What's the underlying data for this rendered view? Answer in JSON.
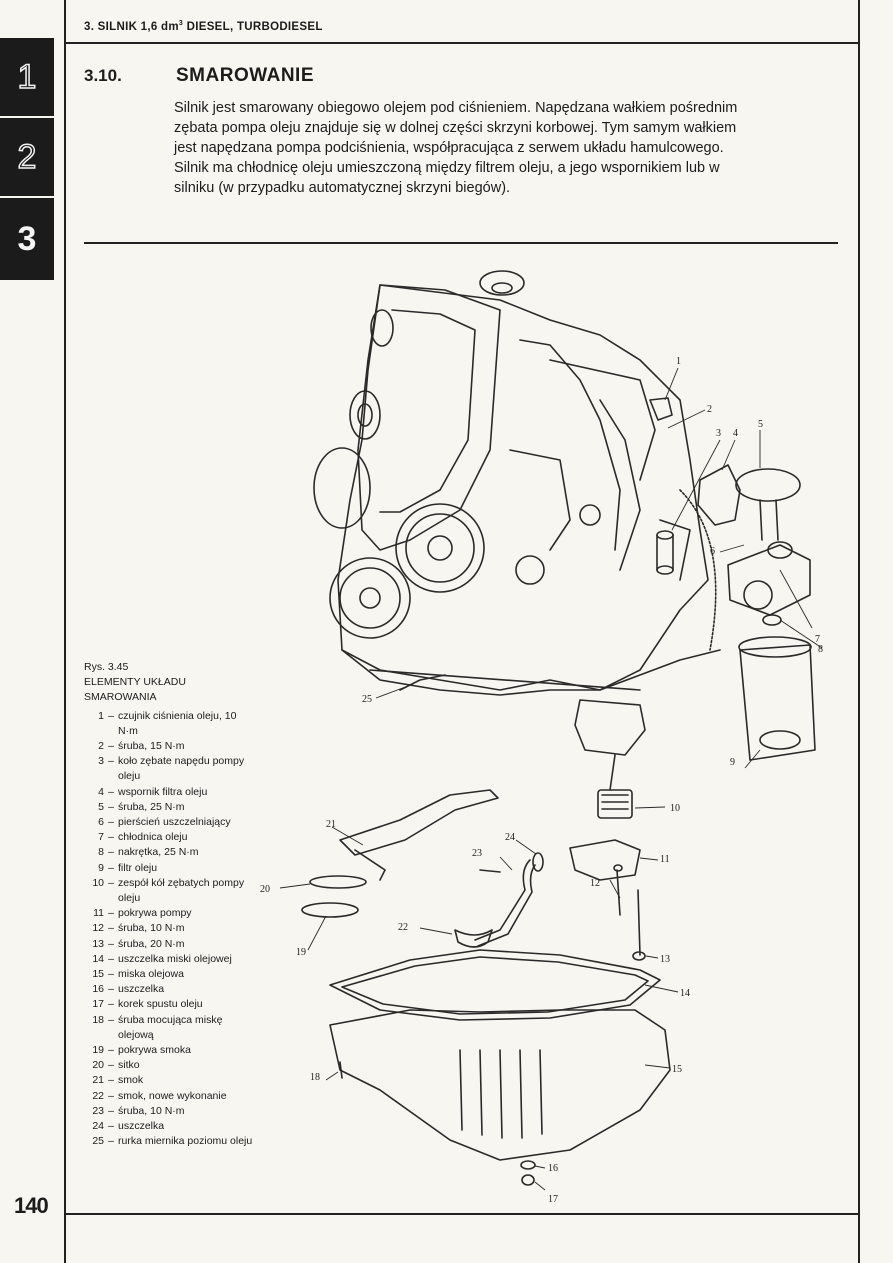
{
  "header": {
    "chapter_prefix": "3. SILNIK 1,6 dm",
    "chapter_sup": "3",
    "chapter_suffix": " DIESEL, TURBODIESEL"
  },
  "tabs": [
    "1",
    "2",
    "3"
  ],
  "section": {
    "number": "3.10.",
    "title": "SMAROWANIE",
    "paragraphs": [
      "Silnik jest smarowany obiegowo olejem pod ciśnieniem. Napędzana wałkiem pośrednim zębata pompa oleju znajduje się w dolnej części skrzyni korbowej. Tym samym wałkiem jest napędzana pompa podciśnienia, współpracująca z serwem układu hamulcowego.",
      "Silnik ma chłodnicę oleju umieszczoną między filtrem oleju, a jego wspornikiem lub w silniku (w przypadku automatycznej skrzyni biegów)."
    ]
  },
  "figure": {
    "number": "Rys. 3.45",
    "title_line1": "ELEMENTY UKŁADU",
    "title_line2": "SMAROWANIA",
    "legend": [
      {
        "num": "1",
        "text": "czujnik ciśnienia oleju, 10 N·m"
      },
      {
        "num": "2",
        "text": "śruba, 15 N·m"
      },
      {
        "num": "3",
        "text": "koło zębate napędu pompy oleju"
      },
      {
        "num": "4",
        "text": "wspornik filtra oleju"
      },
      {
        "num": "5",
        "text": "śruba, 25 N·m"
      },
      {
        "num": "6",
        "text": "pierścień uszczelniający"
      },
      {
        "num": "7",
        "text": "chłodnica oleju"
      },
      {
        "num": "8",
        "text": "nakrętka, 25 N·m"
      },
      {
        "num": "9",
        "text": "filtr oleju"
      },
      {
        "num": "10",
        "text": "zespół kół zębatych pompy oleju"
      },
      {
        "num": "11",
        "text": "pokrywa pompy"
      },
      {
        "num": "12",
        "text": "śruba, 10 N·m"
      },
      {
        "num": "13",
        "text": "śruba, 20 N·m"
      },
      {
        "num": "14",
        "text": "uszczelka miski olejowej"
      },
      {
        "num": "15",
        "text": "miska olejowa"
      },
      {
        "num": "16",
        "text": "uszczelka"
      },
      {
        "num": "17",
        "text": "korek spustu oleju"
      },
      {
        "num": "18",
        "text": "śruba mocująca miskę olejową"
      },
      {
        "num": "19",
        "text": "pokrywa smoka"
      },
      {
        "num": "20",
        "text": "sitko"
      },
      {
        "num": "21",
        "text": "smok"
      },
      {
        "num": "22",
        "text": "smok, nowe wykonanie"
      },
      {
        "num": "23",
        "text": "śruba, 10 N·m"
      },
      {
        "num": "24",
        "text": "uszczelka"
      },
      {
        "num": "25",
        "text": "rurka miernika poziomu oleju"
      }
    ],
    "callouts": [
      "1",
      "2",
      "3",
      "4",
      "5",
      "6",
      "7",
      "8",
      "9",
      "10",
      "11",
      "12",
      "13",
      "14",
      "15",
      "16",
      "17",
      "18",
      "19",
      "20",
      "21",
      "22",
      "23",
      "24",
      "25"
    ]
  },
  "page_number": "140"
}
